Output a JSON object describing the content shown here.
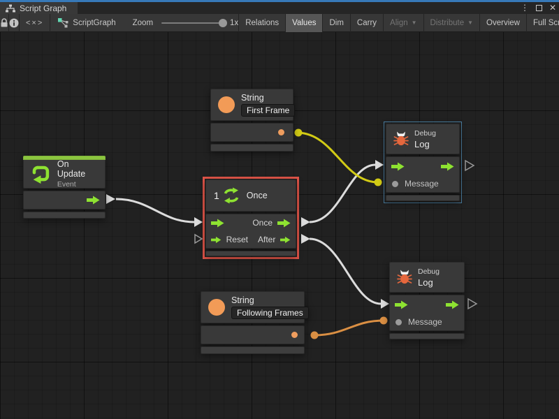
{
  "tab": {
    "title": "Script Graph"
  },
  "icons": {
    "menu": "⋮",
    "close": "✕",
    "dropdown": "▼"
  },
  "toolbar": {
    "code_toggle": "<×>",
    "graph_name": "ScriptGraph",
    "zoom_label": "Zoom",
    "zoom_value": "1x",
    "buttons": [
      {
        "label": "Relations",
        "state": "normal"
      },
      {
        "label": "Values",
        "state": "active"
      },
      {
        "label": "Dim",
        "state": "normal"
      },
      {
        "label": "Carry",
        "state": "normal"
      },
      {
        "label": "Align",
        "state": "disabled",
        "dropdown": true
      },
      {
        "label": "Distribute",
        "state": "disabled",
        "dropdown": true
      },
      {
        "label": "Overview",
        "state": "normal"
      },
      {
        "label": "Full Screen",
        "state": "normal"
      }
    ]
  },
  "graph": {
    "nodes": {
      "on_update": {
        "title": "On Update",
        "subtitle": "Event"
      },
      "string_first": {
        "title": "String",
        "value": "First Frame"
      },
      "once": {
        "badge": "1",
        "title": "Once",
        "out_once": "Once",
        "in_reset": "Reset",
        "out_after": "After"
      },
      "string_following": {
        "title": "String",
        "value": "Following Frames"
      },
      "debug_top": {
        "category": "Debug",
        "title": "Log",
        "message_label": "Message"
      },
      "debug_bottom": {
        "category": "Debug",
        "title": "Log",
        "message_label": "Message"
      }
    },
    "colors": {
      "flow_wire": "#dcdcdc",
      "string_wire_top": "#d2cb15",
      "string_wire_bottom": "#da8f43",
      "port_green": "#8ee231",
      "selection_red": "#e25549",
      "highlight_blue": "#4a7da0",
      "string_orange": "#f29b57",
      "event_green": "#8bc53f",
      "bug_orange": "#e5673d",
      "hollow_port": "#9a9a9a"
    }
  }
}
